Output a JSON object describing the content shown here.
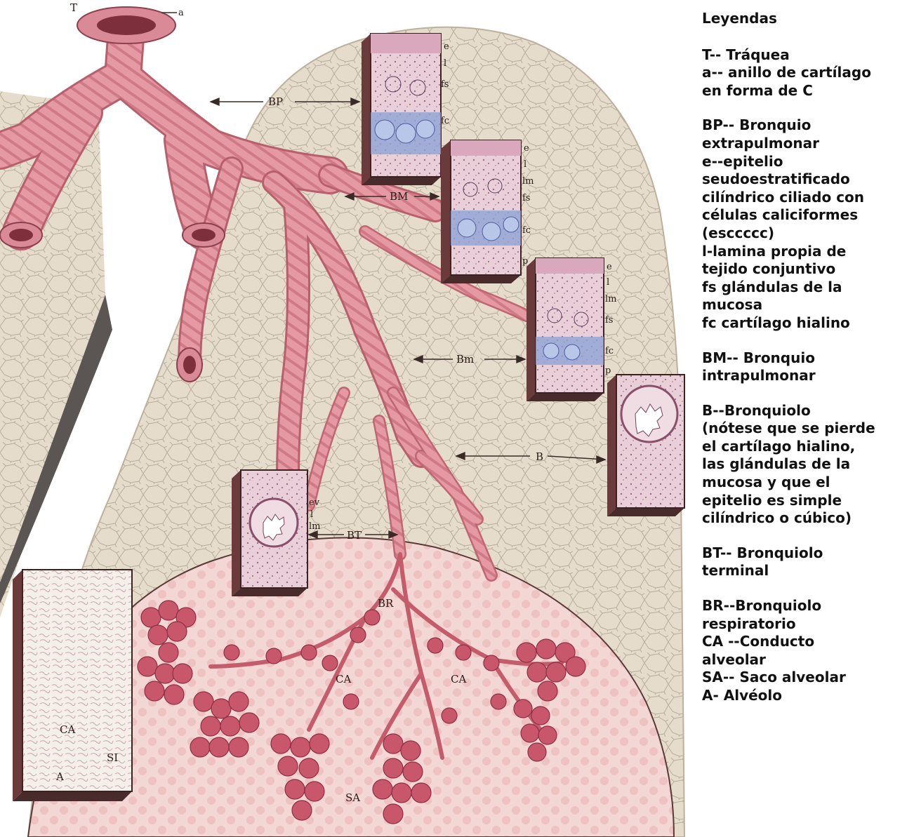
{
  "diagram": {
    "labels": {
      "T": "T",
      "a": "a",
      "BP": "BP",
      "BM": "BM",
      "Bm": "Bm",
      "B": "B",
      "BT": "BT",
      "BR": "BR",
      "CA1": "CA",
      "CA2": "CA",
      "SA": "SA",
      "inset_CA": "CA",
      "inset_SI": "SI",
      "inset_A": "A",
      "box1": [
        "e",
        "l",
        "fs",
        "fc"
      ],
      "box2": [
        "e",
        "l",
        "lm",
        "fs",
        "fc",
        "p"
      ],
      "box3": [
        "e",
        "l",
        "lm",
        "fs",
        "fc",
        "p"
      ],
      "box5": [
        "ev",
        "l",
        "lm"
      ]
    }
  },
  "legend": {
    "title": "Leyendas",
    "groups": [
      {
        "lines": [
          "T-- Tráquea",
          "a-- anillo de cartílago",
          "en forma de C"
        ]
      },
      {
        "lines": [
          "BP-- Bronquio",
          "extrapulmonar",
          "e--epitelio",
          "seudoestratificado",
          "cilíndrico ciliado con",
          "células caliciformes",
          "(esccccc)",
          "l-lamina propia  de",
          "tejido conjuntivo",
          "fs glándulas de la",
          "mucosa",
          "fc cartílago hialino"
        ]
      },
      {
        "lines": [
          "BM-- Bronquio",
          "intrapulmonar"
        ]
      },
      {
        "lines": [
          "B--Bronquiolo",
          "(nótese que se pierde",
          "el cartílago hialino,",
          "las glándulas de la",
          "mucosa y que el",
          "epitelio es simple",
          "cilíndrico o cúbico)"
        ]
      },
      {
        "lines": [
          "BT-- Bronquiolo",
          "terminal"
        ]
      },
      {
        "lines": [
          "BR--Bronquiolo",
          "respiratorio",
          "CA --Conducto",
          "alveolar",
          "SA-- Saco alveolar",
          "A- Alvéolo"
        ]
      }
    ]
  }
}
